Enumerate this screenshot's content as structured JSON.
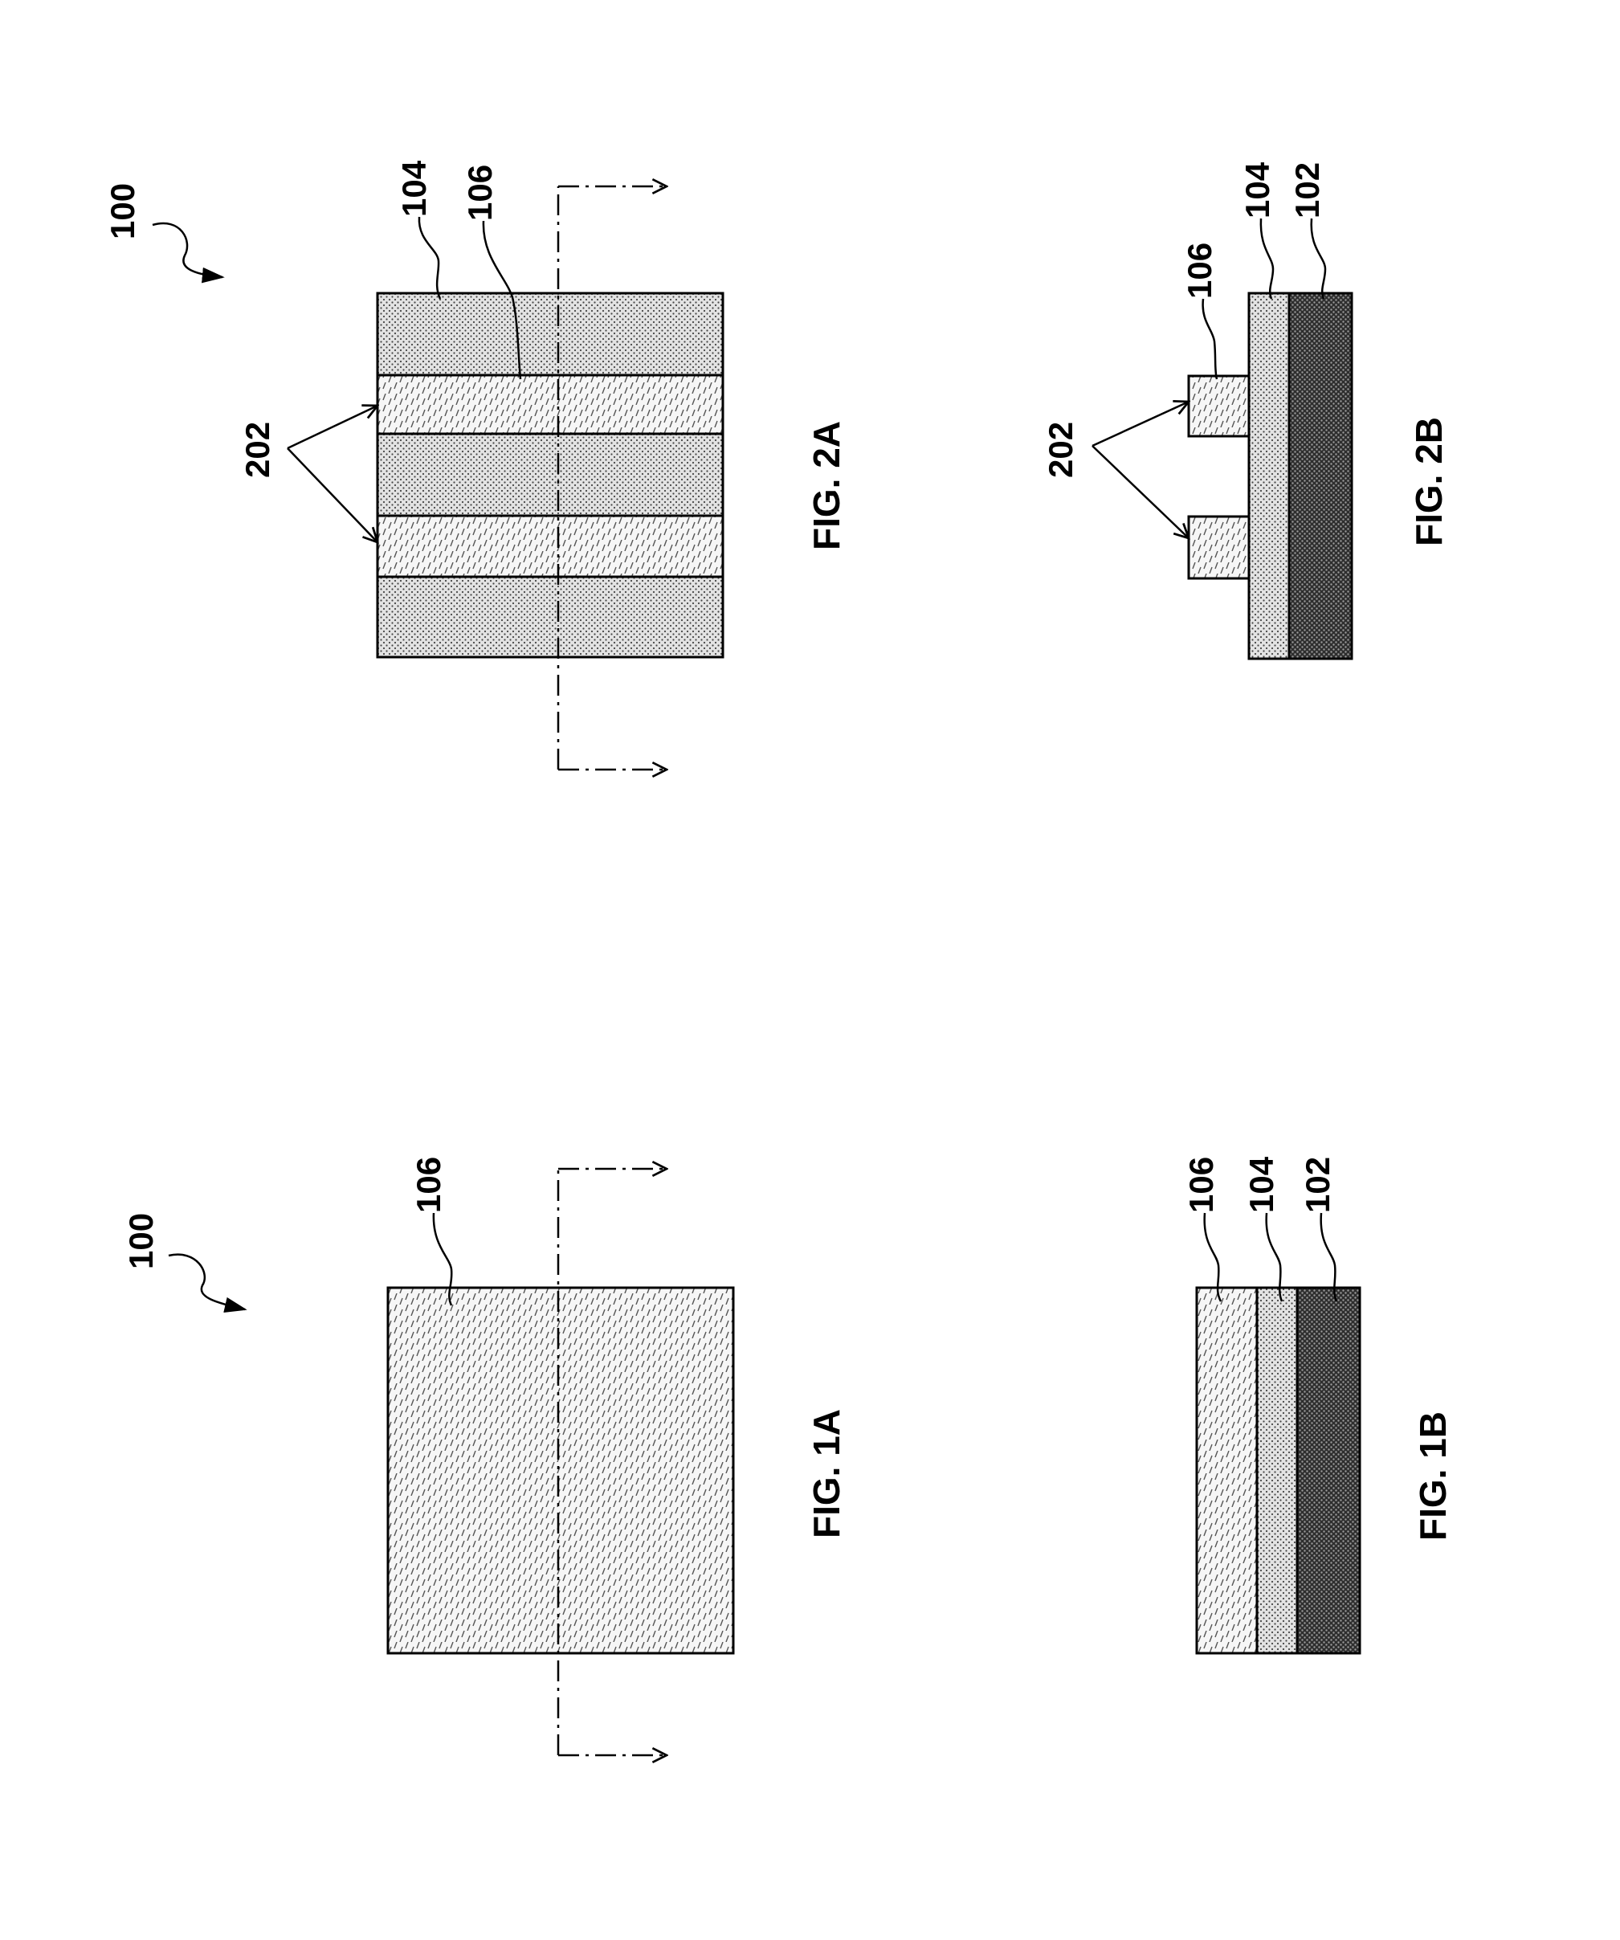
{
  "labels": {
    "fig1a": "FIG. 1A",
    "fig1b": "FIG. 1B",
    "fig2a": "FIG. 2A",
    "fig2b": "FIG. 2B",
    "device_1": "100",
    "device_2": "100",
    "ref_106_fig1a": "106",
    "ref_106_fig1b": "106",
    "ref_104_fig1b": "104",
    "ref_102_fig1b": "102",
    "ref_104_fig2a": "104",
    "ref_106_fig2a": "106",
    "ref_202_fig2a": "202",
    "ref_106_fig2b": "106",
    "ref_104_fig2b": "104",
    "ref_102_fig2b": "102",
    "ref_202_fig2b": "202"
  },
  "colors": {
    "layer_106_fill": "#f4f4f4",
    "layer_104_fill": "#d9d9d9",
    "layer_102_fill": "#3a3a3a",
    "line": "#000000"
  }
}
